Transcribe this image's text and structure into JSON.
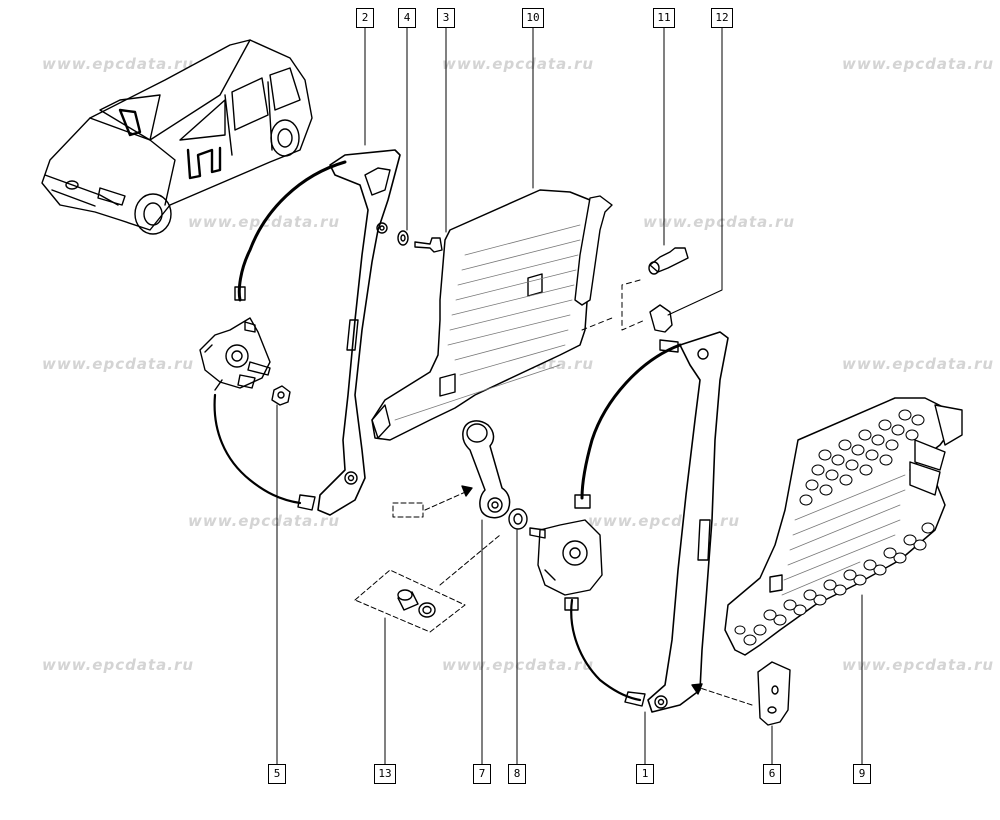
{
  "watermark": "www.epcdata.ru",
  "callouts": {
    "c1": "1",
    "c2": "2",
    "c3": "3",
    "c4": "4",
    "c5": "5",
    "c6": "6",
    "c7": "7",
    "c8": "8",
    "c9": "9",
    "c10": "10",
    "c11": "11",
    "c12": "12",
    "c13": "13"
  },
  "colors": {
    "line": "#000000",
    "watermark": "#d4d4d4"
  }
}
